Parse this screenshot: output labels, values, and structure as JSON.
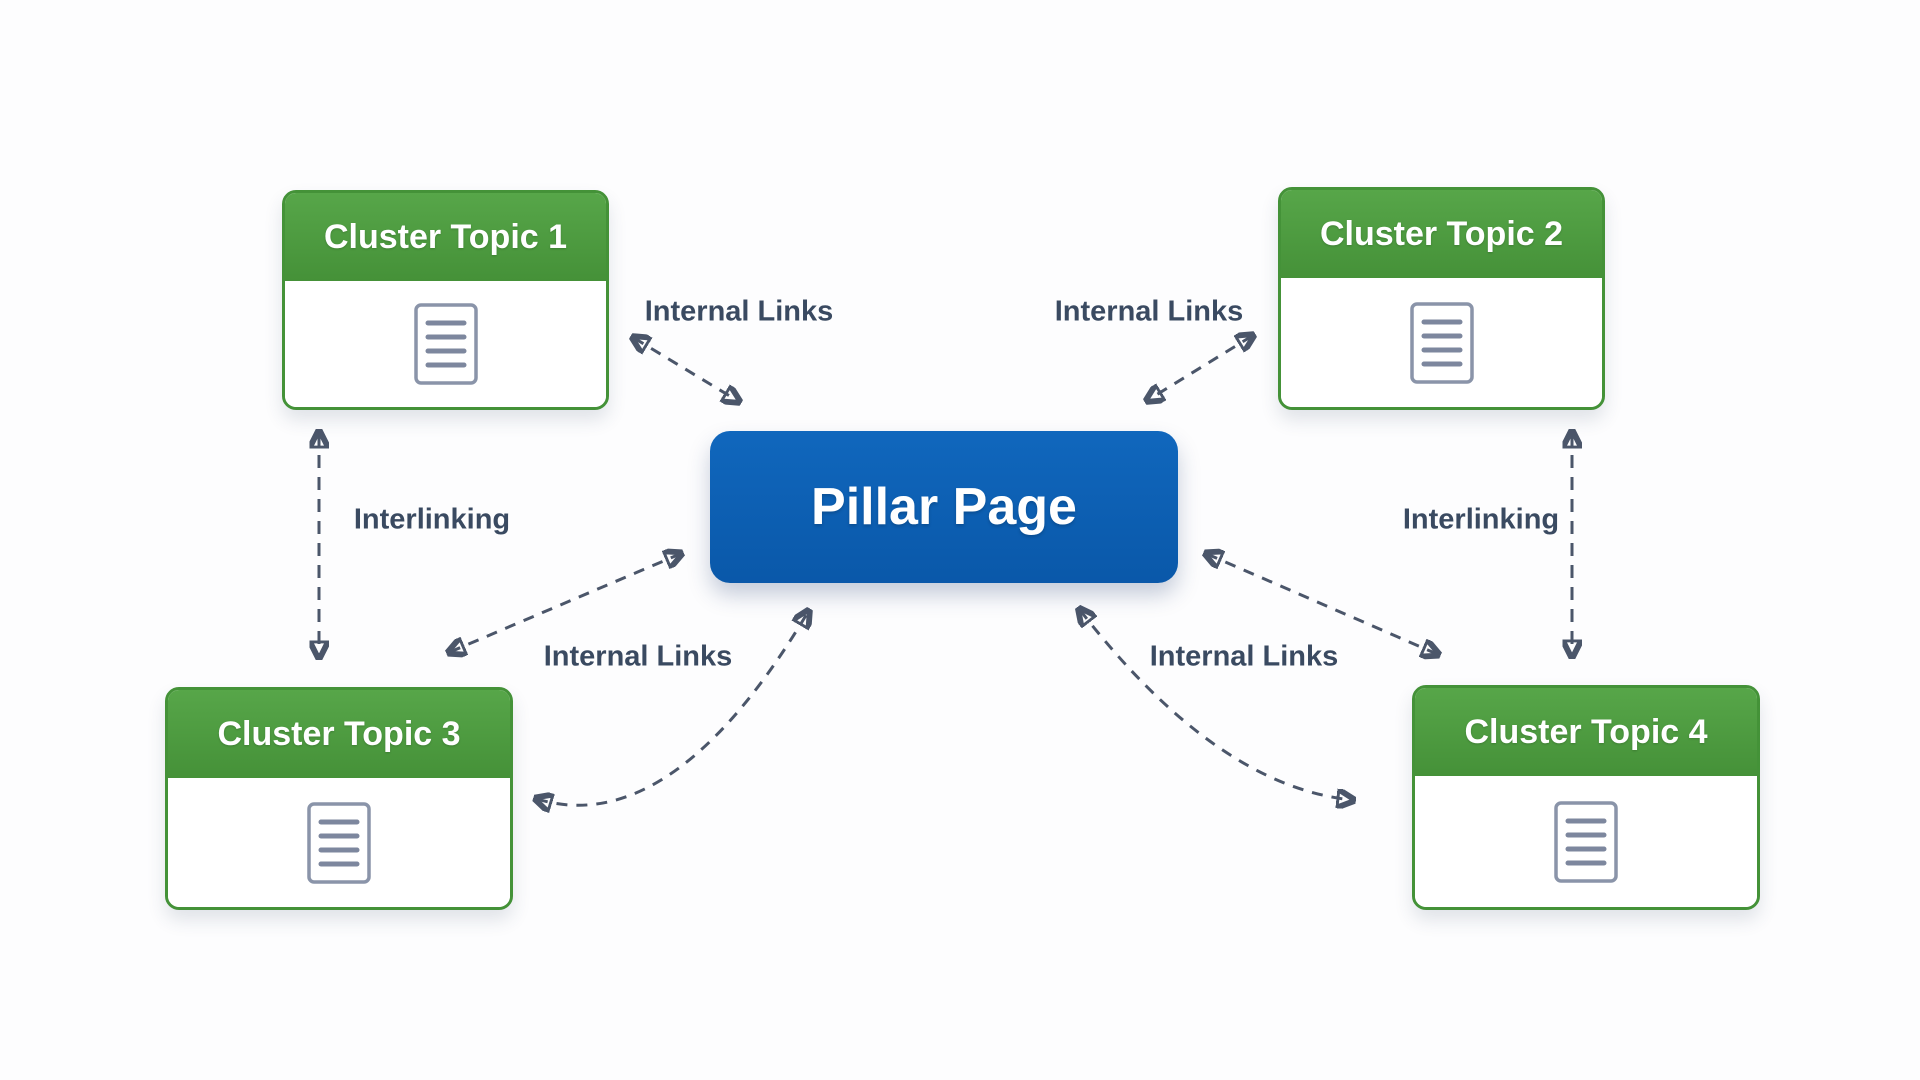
{
  "pillar": {
    "label": "Pillar Page",
    "color": "#0c62b6"
  },
  "clusters": [
    {
      "label": "Cluster Topic 1",
      "icon": "document-icon"
    },
    {
      "label": "Cluster Topic 2",
      "icon": "document-icon"
    },
    {
      "label": "Cluster Topic 3",
      "icon": "document-icon"
    },
    {
      "label": "Cluster Topic 4",
      "icon": "document-icon"
    }
  ],
  "connections": [
    {
      "label": "Internal Links",
      "position": "top-left",
      "from": "Cluster Topic 1",
      "to": "Pillar Page",
      "style": "dashed-double-arrow"
    },
    {
      "label": "Internal Links",
      "position": "top-right",
      "from": "Cluster Topic 2",
      "to": "Pillar Page",
      "style": "dashed-double-arrow"
    },
    {
      "label": "Internal Links",
      "position": "bottom-left",
      "from": "Cluster Topic 3",
      "to": "Pillar Page",
      "style": "dashed-double-arrow"
    },
    {
      "label": "Internal Links",
      "position": "bottom-right",
      "from": "Cluster Topic 4",
      "to": "Pillar Page",
      "style": "dashed-double-arrow"
    },
    {
      "label": "Interlinking",
      "position": "left",
      "from": "Cluster Topic 1",
      "to": "Cluster Topic 3",
      "style": "dashed-double-arrow"
    },
    {
      "label": "Interlinking",
      "position": "right",
      "from": "Cluster Topic 2",
      "to": "Cluster Topic 4",
      "style": "dashed-double-arrow"
    }
  ],
  "colors": {
    "pillar_blue": "#0c62b6",
    "cluster_green": "#4e9c41",
    "cluster_border_green": "#449238",
    "label_text": "#3a4a61",
    "arrow": "#4b566a",
    "icon_gray": "#8a94a9"
  }
}
